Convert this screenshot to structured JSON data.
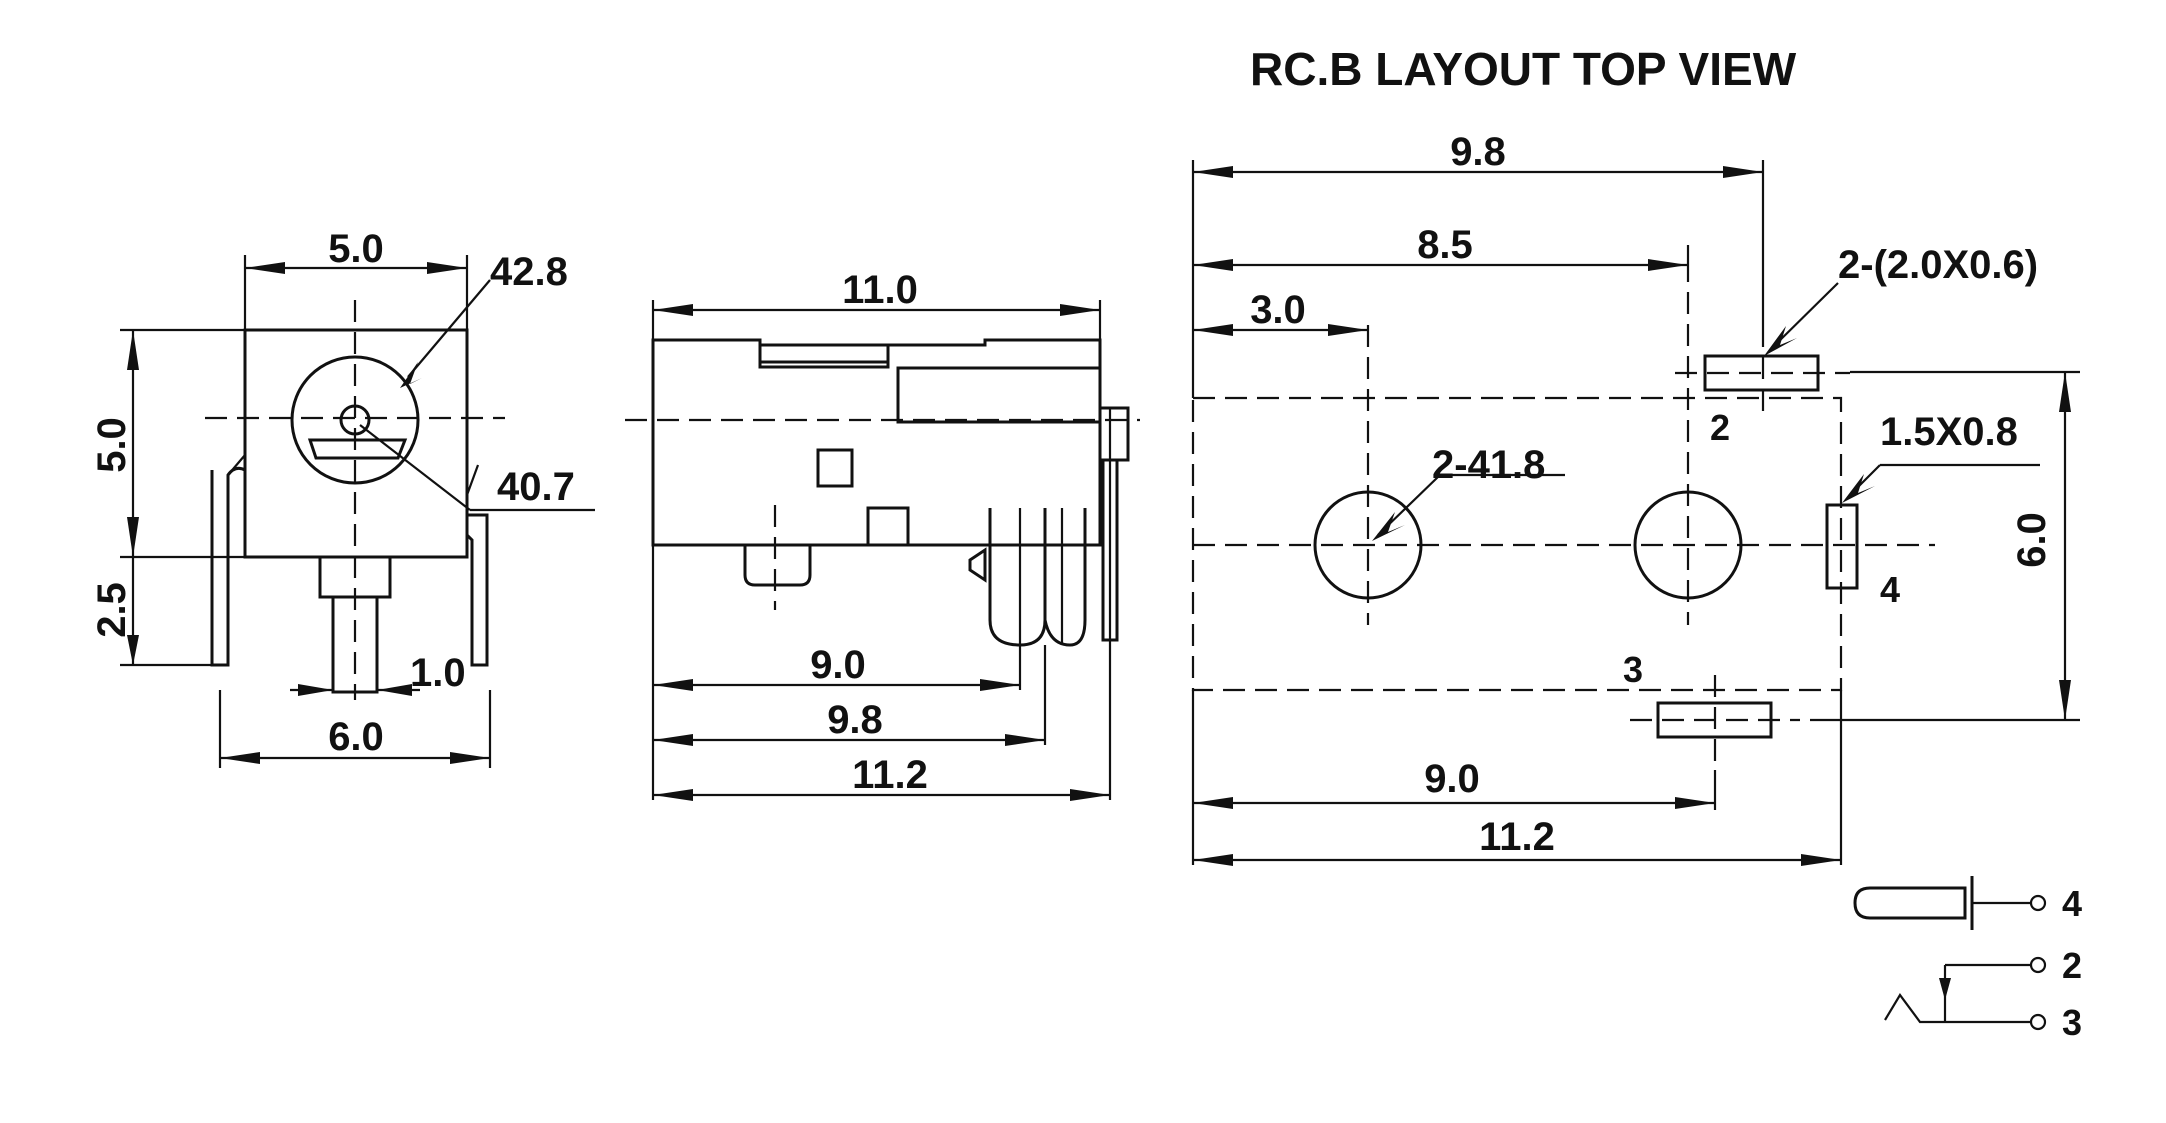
{
  "title": "RC.B LAYOUT TOP VIEW",
  "front_view": {
    "width_top": "5.0",
    "diameter_outer": "42.8",
    "height": "5.0",
    "pin_diameter": "40.7",
    "lower_height": "2.5",
    "pin_width": "1.0",
    "base_width": "6.0"
  },
  "side_view": {
    "length_top": "11.0",
    "dim_a": "9.0",
    "dim_b": "9.8",
    "dim_c": "11.2"
  },
  "layout": {
    "dim_total_top": "9.8",
    "dim_mid_top": "8.5",
    "dim_short_top": "3.0",
    "slot_label": "2-(2.0X0.6)",
    "hole_label": "2-41.8",
    "slot4_label": "1.5X0.8",
    "height_right": "6.0",
    "dim_bottom_a": "9.0",
    "dim_bottom_b": "11.2",
    "pad_2": "2",
    "pad_3": "3",
    "pad_4": "4"
  },
  "schematic": {
    "pin_4": "4",
    "pin_2": "2",
    "pin_3": "3"
  }
}
